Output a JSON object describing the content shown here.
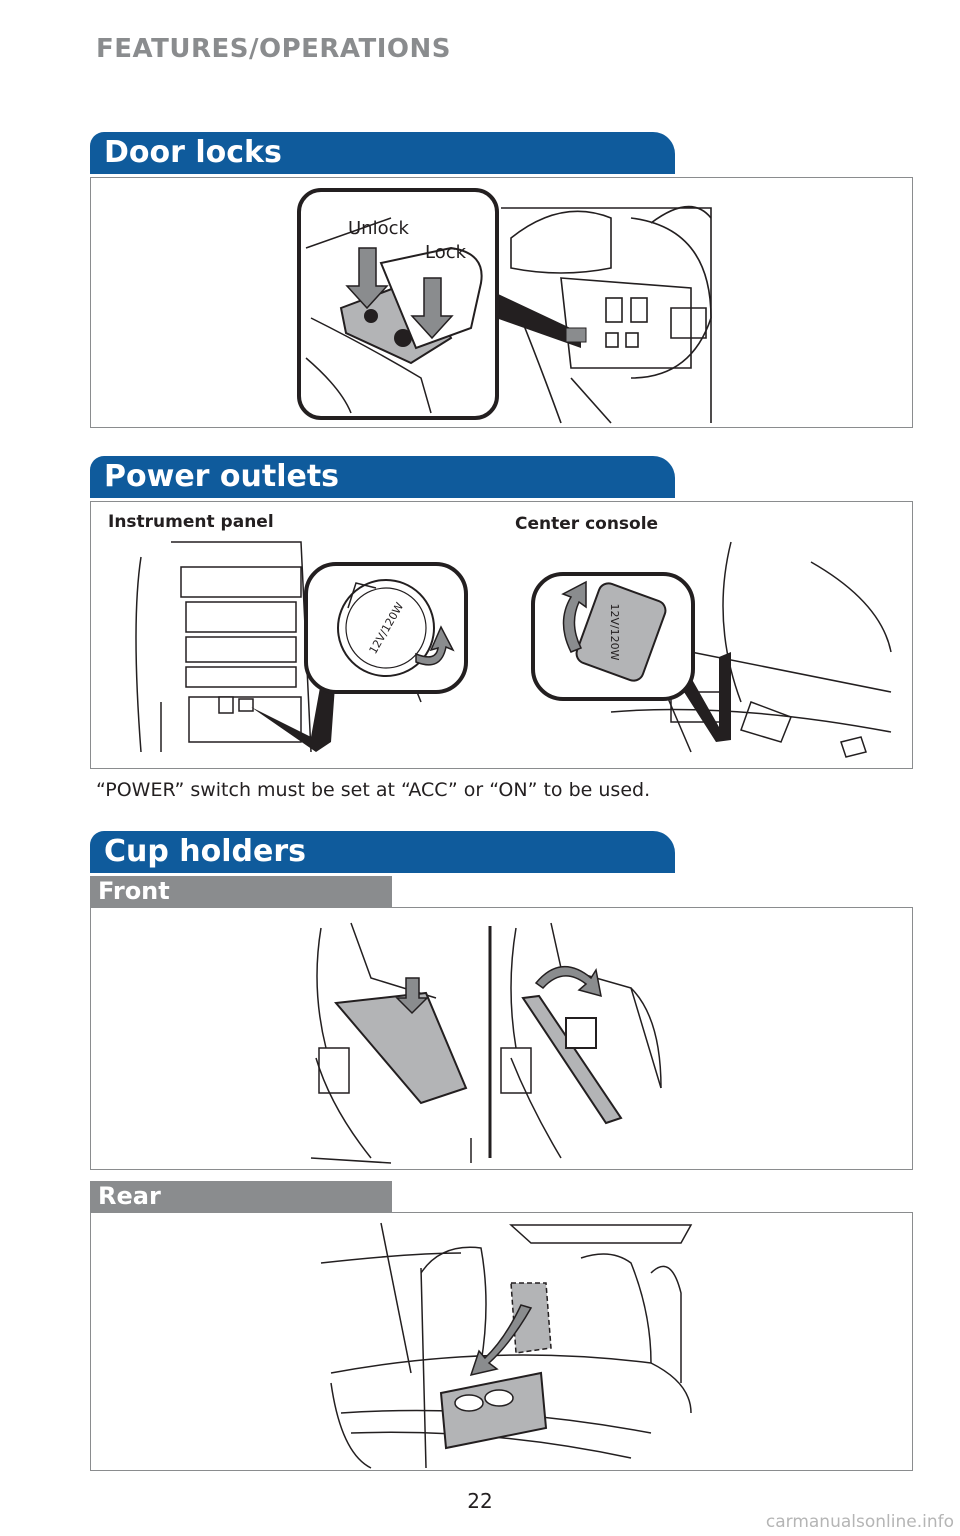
{
  "header": {
    "section": "FEATURES/OPERATIONS"
  },
  "door_locks": {
    "title": "Door locks",
    "unlock_label": "Unlock",
    "lock_label": "Lock"
  },
  "power_outlets": {
    "title": "Power outlets",
    "instrument_panel_label": "Instrument panel",
    "center_console_label": "Center console",
    "outlet_rating": "12V/120W",
    "note": "“POWER” switch must be set at “ACC” or “ON” to be used."
  },
  "cup_holders": {
    "title": "Cup holders",
    "front_label": "Front",
    "rear_label": "Rear"
  },
  "footer": {
    "page_number": "22",
    "watermark": "carmanualsonline.info"
  },
  "colors": {
    "tab_blue": "#0f5b9c",
    "subtab_gray": "#8a8c8e",
    "border_gray": "#8a8c8e",
    "illustration_gray": "#c8c9ca"
  }
}
